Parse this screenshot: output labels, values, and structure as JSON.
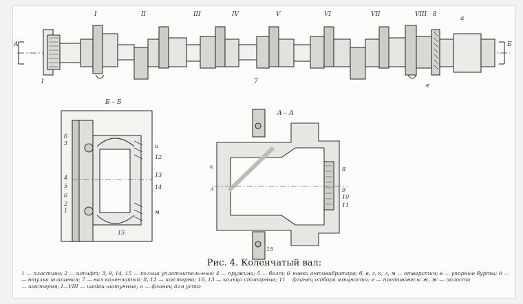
{
  "figure": {
    "caption": "Рис. 4. Коленчатый вал:",
    "legend_left": "1 — пластина; 2 — штифт; 3, 9, 14, 15 — кольца уплотнитель-ные; 4 — пружина; 5 — болт; 6 — втулка шлицевая; 7 — вал коленчатый; 8, 12 — шестерни; 10, 13 — кольца стопорные; 11 — шестерня; I—VIII — шейки шатунные; а — фланец для уста-",
    "legend_right": "новки антивибратора; б, в, г, к, л, м — отверстия; в — упорные бурты; д — фланец отбора мощности; е — противовесы ж, ж — полости"
  },
  "labels": {
    "section_a": "А",
    "section_b": "Б",
    "section_aa": "А – А",
    "section_bb": "Б – Б",
    "journals": [
      "I",
      "II",
      "III",
      "IV",
      "V",
      "VI",
      "VII",
      "VIII"
    ],
    "shaft_parts": [
      "7",
      "8",
      "е",
      "1",
      "а"
    ],
    "left_detail": [
      "б",
      "3",
      "4",
      "5",
      "6",
      "2",
      "1",
      "и",
      "12",
      "13",
      "14",
      "м",
      "15"
    ],
    "right_detail": [
      "к",
      "л",
      "8",
      "9",
      "10",
      "11",
      "15"
    ]
  }
}
